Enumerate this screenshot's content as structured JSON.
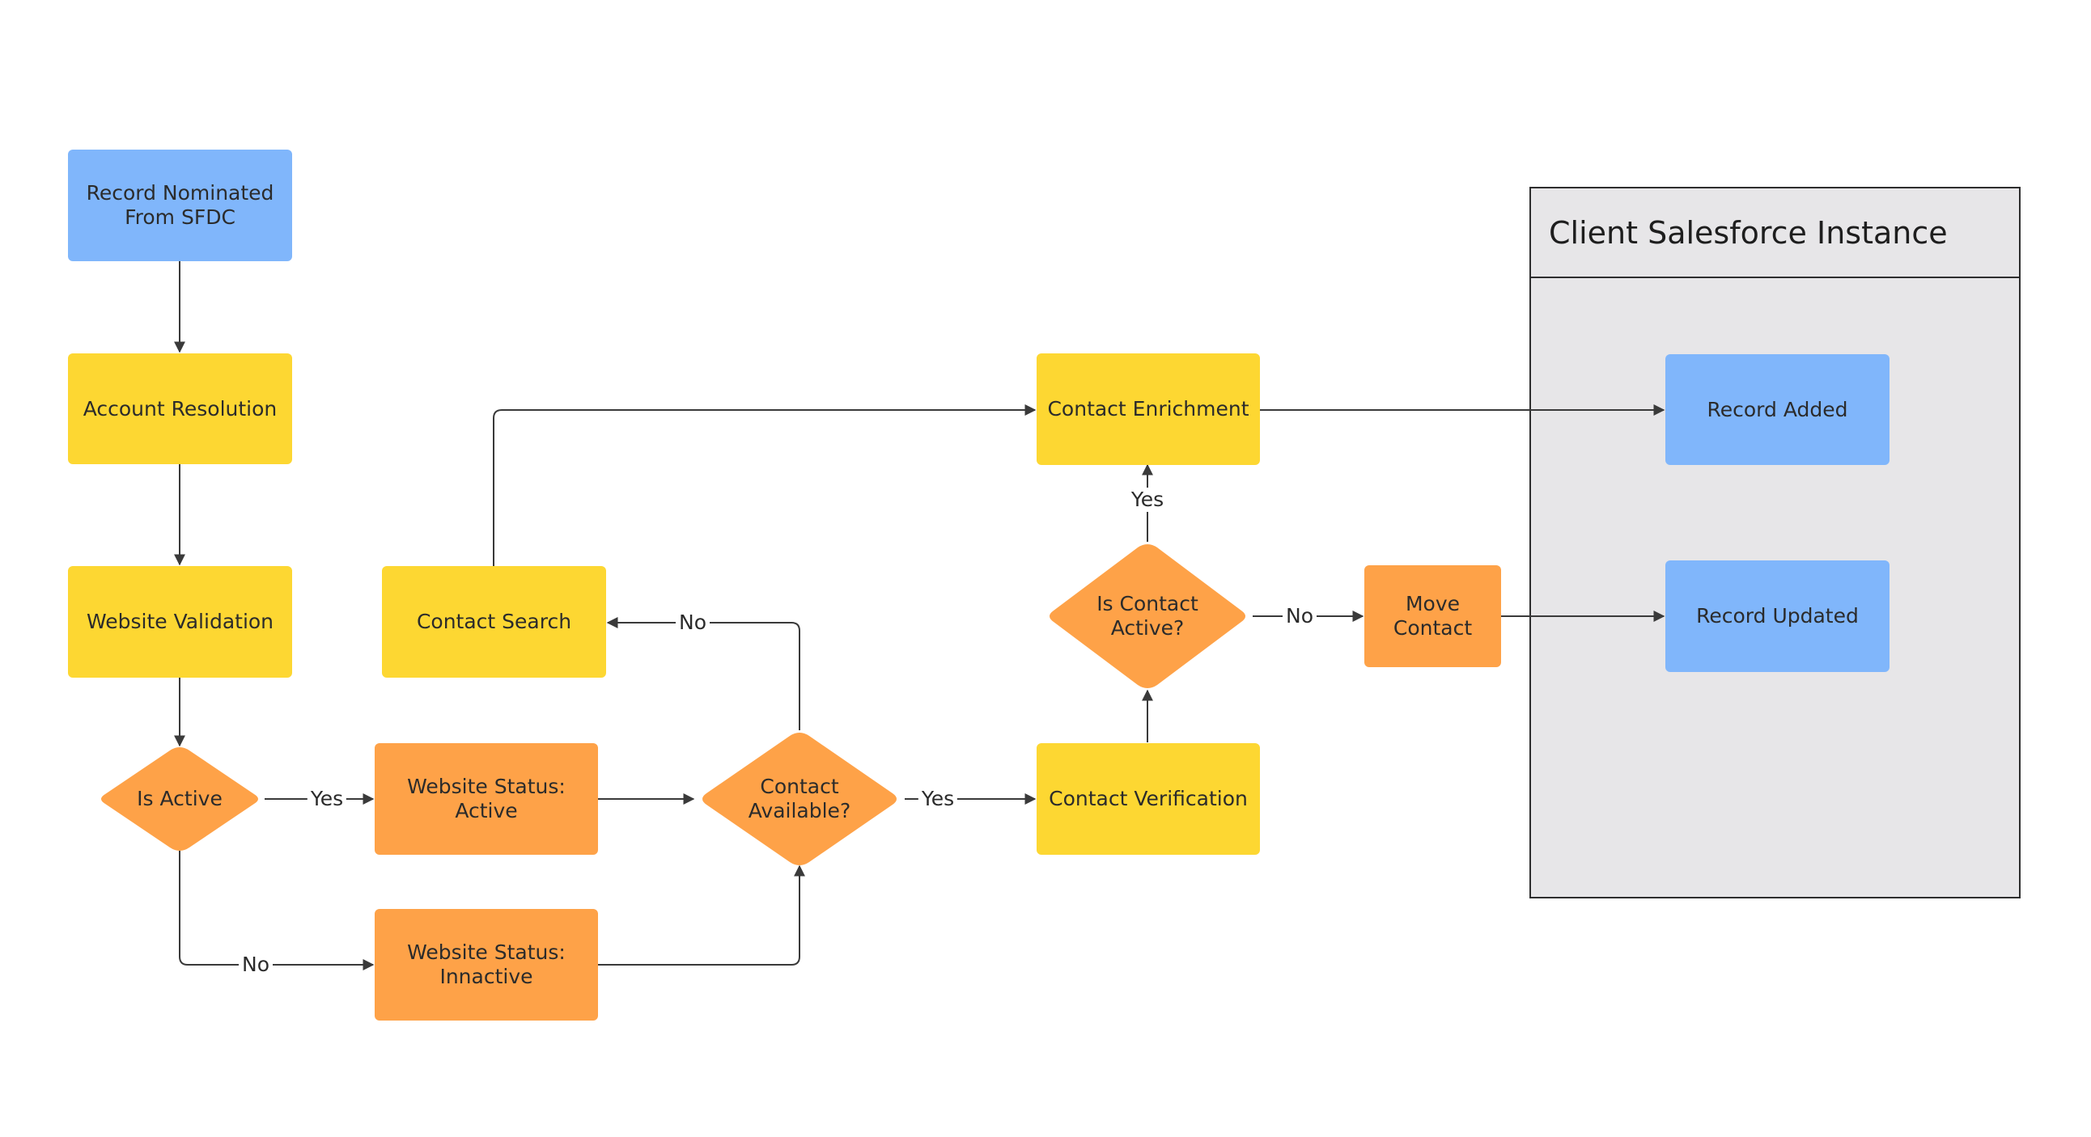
{
  "nodes": {
    "record_nominated": "Record Nominated\nFrom SFDC",
    "account_resolution": "Account Resolution",
    "website_validation": "Website Validation",
    "is_active": "Is Active",
    "website_status_active": "Website Status:\nActive",
    "website_status_inactive": "Website Status:\nInnactive",
    "contact_available": "Contact\nAvailable?",
    "contact_search": "Contact Search",
    "contact_verification": "Contact Verification",
    "contact_enrichment": "Contact Enrichment",
    "is_contact_active": "Is Contact\nActive?",
    "move_contact": "Move\nContact",
    "record_added": "Record Added",
    "record_updated": "Record Updated"
  },
  "container": {
    "title": "Client Salesforce Instance"
  },
  "edge_labels": {
    "is_active_yes": "Yes",
    "is_active_no": "No",
    "contact_available_no": "No",
    "contact_available_yes": "Yes",
    "is_contact_active_yes": "Yes",
    "is_contact_active_no": "No"
  },
  "colors": {
    "blue": "#80b6fb",
    "yellow": "#fdd732",
    "orange": "#fea248",
    "container_fill": "#e7e6e8",
    "edge": "#3a3a3a"
  }
}
